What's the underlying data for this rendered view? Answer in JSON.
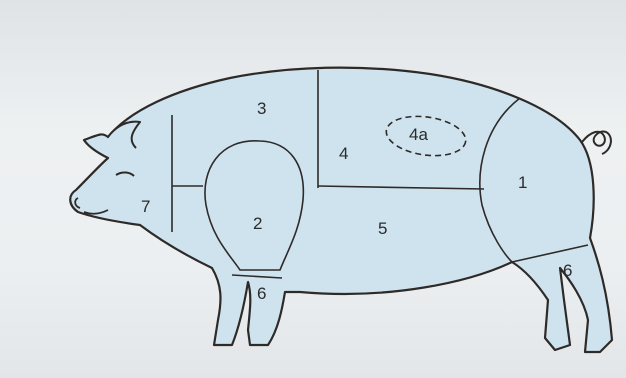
{
  "diagram": {
    "cuts": [
      {
        "id": "cut-3",
        "label": "3"
      },
      {
        "id": "cut-4",
        "label": "4"
      },
      {
        "id": "cut-4a",
        "label": "4a"
      },
      {
        "id": "cut-1",
        "label": "1"
      },
      {
        "id": "cut-7",
        "label": "7"
      },
      {
        "id": "cut-2",
        "label": "2"
      },
      {
        "id": "cut-5",
        "label": "5"
      },
      {
        "id": "cut-6-front",
        "label": "6"
      },
      {
        "id": "cut-6-rear",
        "label": "6"
      }
    ],
    "colors": {
      "body_fill": "#cfe3ef",
      "outline": "#2e2a28",
      "label": "#2b2b2b"
    }
  }
}
